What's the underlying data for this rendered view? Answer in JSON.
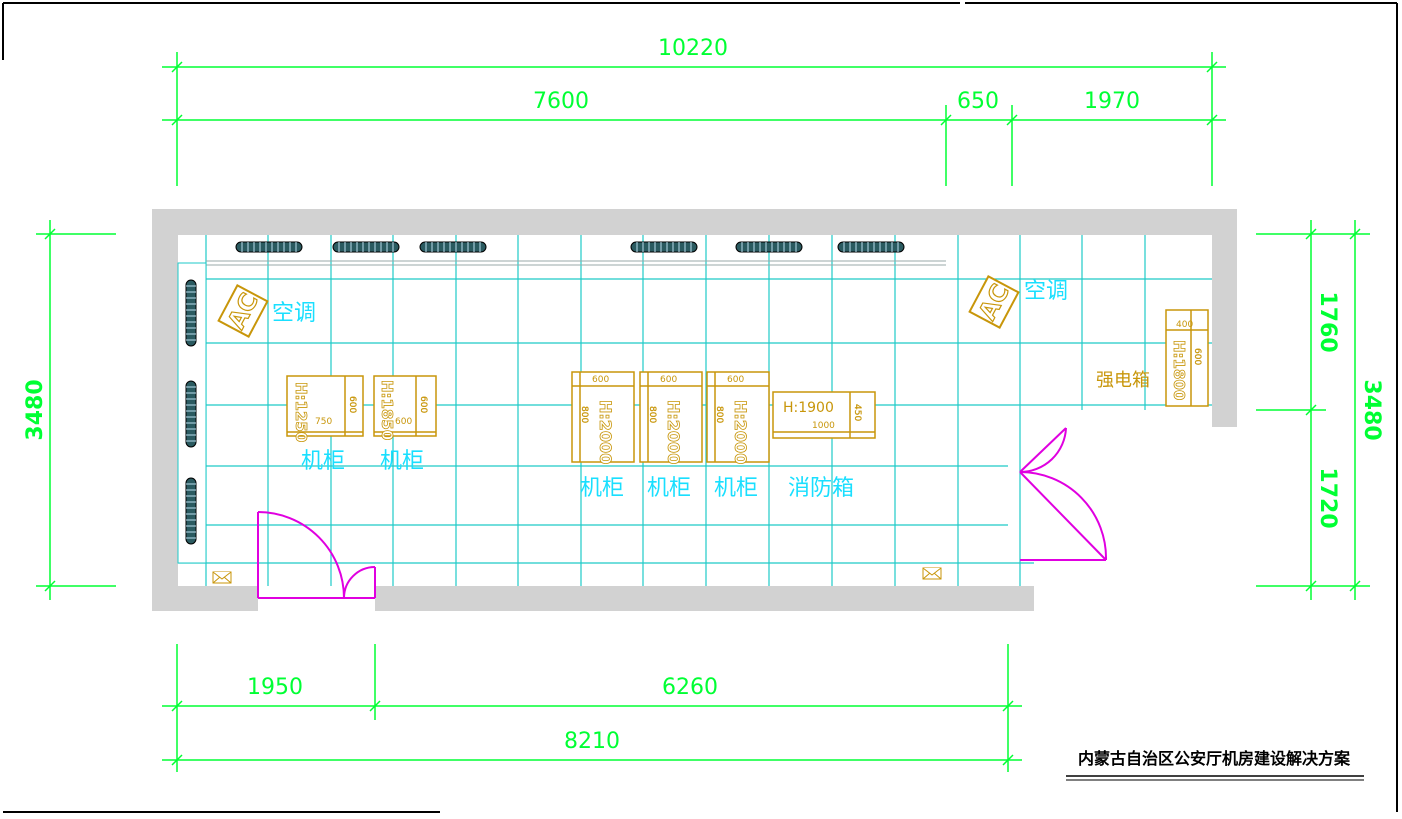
{
  "dimensions": {
    "top_total": "10220",
    "top_seg1": "7600",
    "top_seg2": "650",
    "top_seg3": "1970",
    "bottom_seg1": "1950",
    "bottom_seg2": "6260",
    "bottom_total": "8210",
    "left_total": "3480",
    "right_seg1": "1760",
    "right_seg2": "1720",
    "right_total": "3480"
  },
  "labels": {
    "ac_left": "空调",
    "ac_right": "空调",
    "ac_symbol": "AC",
    "cabinet": "机柜",
    "fire_box": "消防箱",
    "power_box": "强电箱"
  },
  "equipment": {
    "cab1_height": "H:1250",
    "cab1_width": "750",
    "cab1_depth": "600",
    "cab2_height": "H:1850",
    "cab2_width": "600",
    "cab2_depth": "600",
    "cab3_height": "H:2000",
    "cab3_width": "600",
    "cab3_depth": "800",
    "cab4_height": "H:2000",
    "cab4_width": "600",
    "cab4_depth": "800",
    "cab5_height": "H:2000",
    "cab5_width": "600",
    "cab5_depth": "800",
    "fire_height": "H:1900",
    "fire_width": "1000",
    "fire_depth": "450",
    "power_height": "H:1800",
    "power_width": "400",
    "power_depth": "600"
  },
  "footer": {
    "title": "内蒙古自治区公安厅机房建设解决方案"
  },
  "colors": {
    "dimension": "#00ff33",
    "grid": "#1ecac8",
    "wall": "#d2d2d2",
    "equipment": "#c8960a",
    "label": "#19dfff",
    "door": "#e000e0"
  }
}
